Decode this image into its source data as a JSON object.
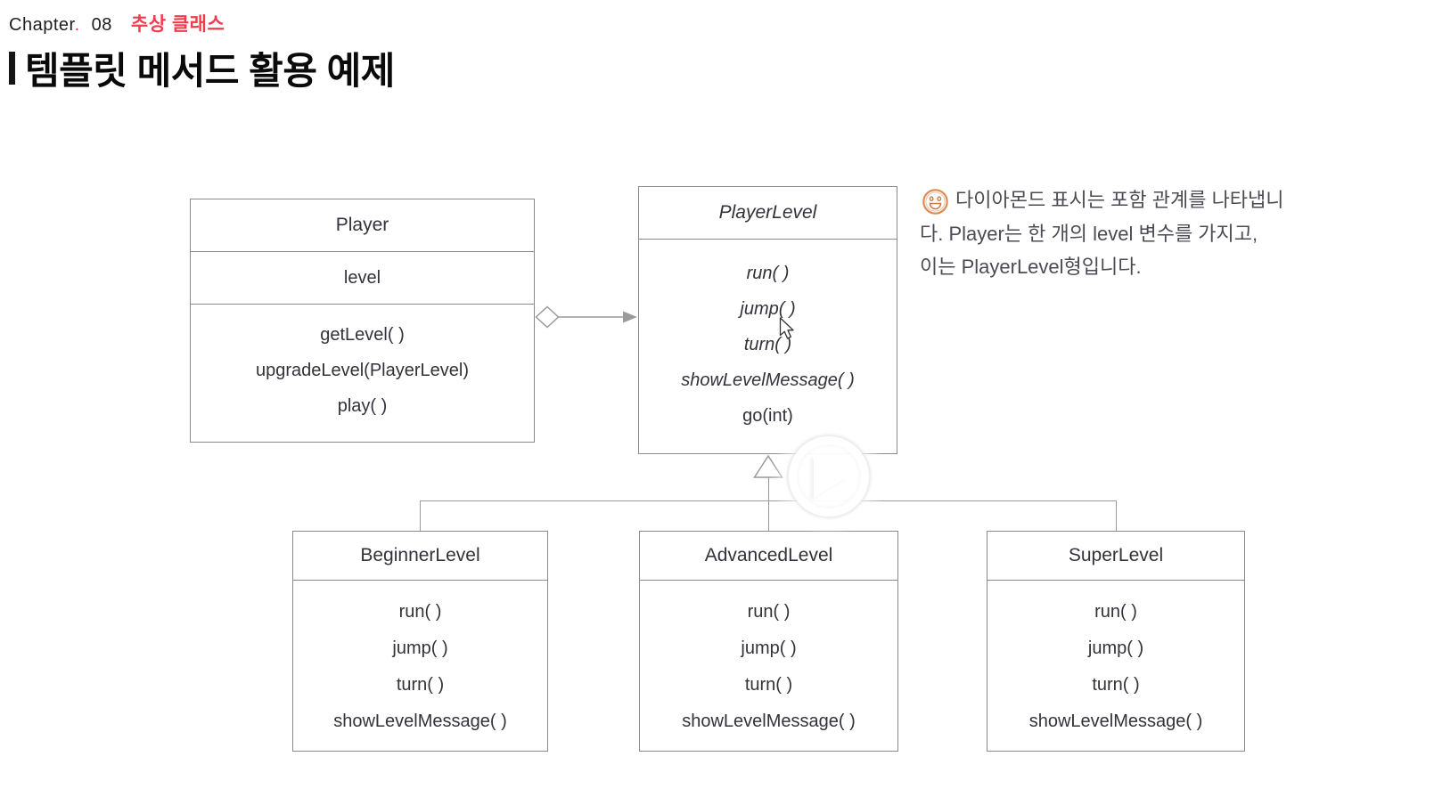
{
  "header": {
    "chapter_label": "Chapter",
    "chapter_dot": ".",
    "chapter_number": "08",
    "chapter_topic": "추상 클래스",
    "title": "템플릿 메서드 활용 예제"
  },
  "diagram": {
    "player": {
      "name": "Player",
      "attribute": "level",
      "methods": [
        "getLevel( )",
        "upgradeLevel(PlayerLevel)",
        "play( )"
      ]
    },
    "player_level": {
      "name": "PlayerLevel",
      "abstract_methods": [
        "run( )",
        "jump( )",
        "turn( )",
        "showLevelMessage( )"
      ],
      "concrete_method": "go(int)"
    },
    "subclasses": [
      {
        "name": "BeginnerLevel",
        "methods": [
          "run( )",
          "jump( )",
          "turn( )",
          "showLevelMessage( )"
        ]
      },
      {
        "name": "AdvancedLevel",
        "methods": [
          "run( )",
          "jump( )",
          "turn( )",
          "showLevelMessage( )"
        ]
      },
      {
        "name": "SuperLevel",
        "methods": [
          "run( )",
          "jump( )",
          "turn( )",
          "showLevelMessage( )"
        ]
      }
    ],
    "relationships": {
      "aggregation": "Player ◇→ PlayerLevel",
      "inheritance": "BeginnerLevel/AdvancedLevel/SuperLevel → PlayerLevel"
    }
  },
  "annotation": {
    "icon": "smiley-icon",
    "lines": [
      "다이아몬드 표시는 포함 관계를 나타냅니",
      "다. Player는 한 개의 level 변수를 가지고,",
      "이는 PlayerLevel형입니다."
    ]
  },
  "video": {
    "play_icon": "play-icon"
  },
  "colors": {
    "accent_red": "#f23c4e",
    "icon_orange": "#dd8b57",
    "box_border": "#8a8a8a",
    "line_gray": "#9a9a9a",
    "box_text": "#32323a",
    "annotation_text": "#4b4b54"
  }
}
